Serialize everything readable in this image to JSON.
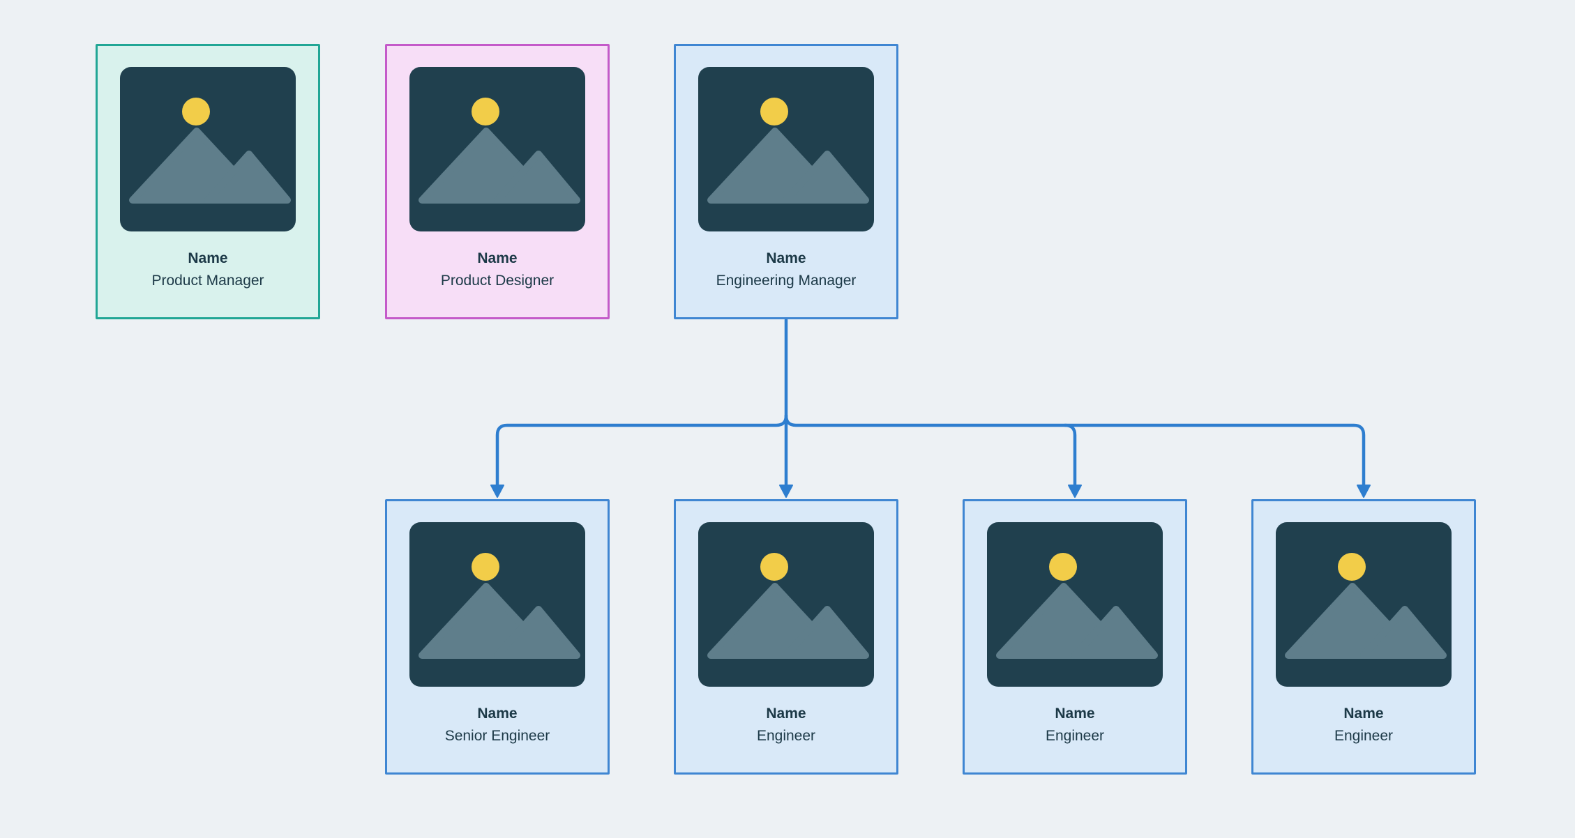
{
  "diagram": {
    "type": "org-chart",
    "cards": [
      {
        "id": "product-manager",
        "name": "Name",
        "role": "Product Manager",
        "theme": "teal"
      },
      {
        "id": "product-designer",
        "name": "Name",
        "role": "Product Designer",
        "theme": "pink"
      },
      {
        "id": "engineering-manager",
        "name": "Name",
        "role": "Engineering Manager",
        "theme": "blue"
      },
      {
        "id": "senior-engineer",
        "name": "Name",
        "role": "Senior Engineer",
        "theme": "blue"
      },
      {
        "id": "engineer-1",
        "name": "Name",
        "role": "Engineer",
        "theme": "blue"
      },
      {
        "id": "engineer-2",
        "name": "Name",
        "role": "Engineer",
        "theme": "blue"
      },
      {
        "id": "engineer-3",
        "name": "Name",
        "role": "Engineer",
        "theme": "blue"
      }
    ],
    "connections": [
      {
        "from": "engineering-manager",
        "to": "senior-engineer",
        "arrow": "down"
      },
      {
        "from": "engineering-manager",
        "to": "engineer-1",
        "arrow": "down"
      },
      {
        "from": "engineering-manager",
        "to": "engineer-2",
        "arrow": "down"
      },
      {
        "from": "engineering-manager",
        "to": "engineer-3",
        "arrow": "down"
      }
    ],
    "palette": {
      "canvas_bg": "#edf1f4",
      "teal_border": "#21a695",
      "teal_bg": "#d9f2ed",
      "pink_border": "#c45ac9",
      "pink_bg": "#f7def7",
      "blue_border": "#3f86d2",
      "blue_bg": "#d9e9f8",
      "image_bg": "#20404e",
      "sun": "#f2cd49",
      "mountain": "#5f7e8b",
      "text": "#1c3947",
      "connector": "#2e7ecf"
    }
  }
}
